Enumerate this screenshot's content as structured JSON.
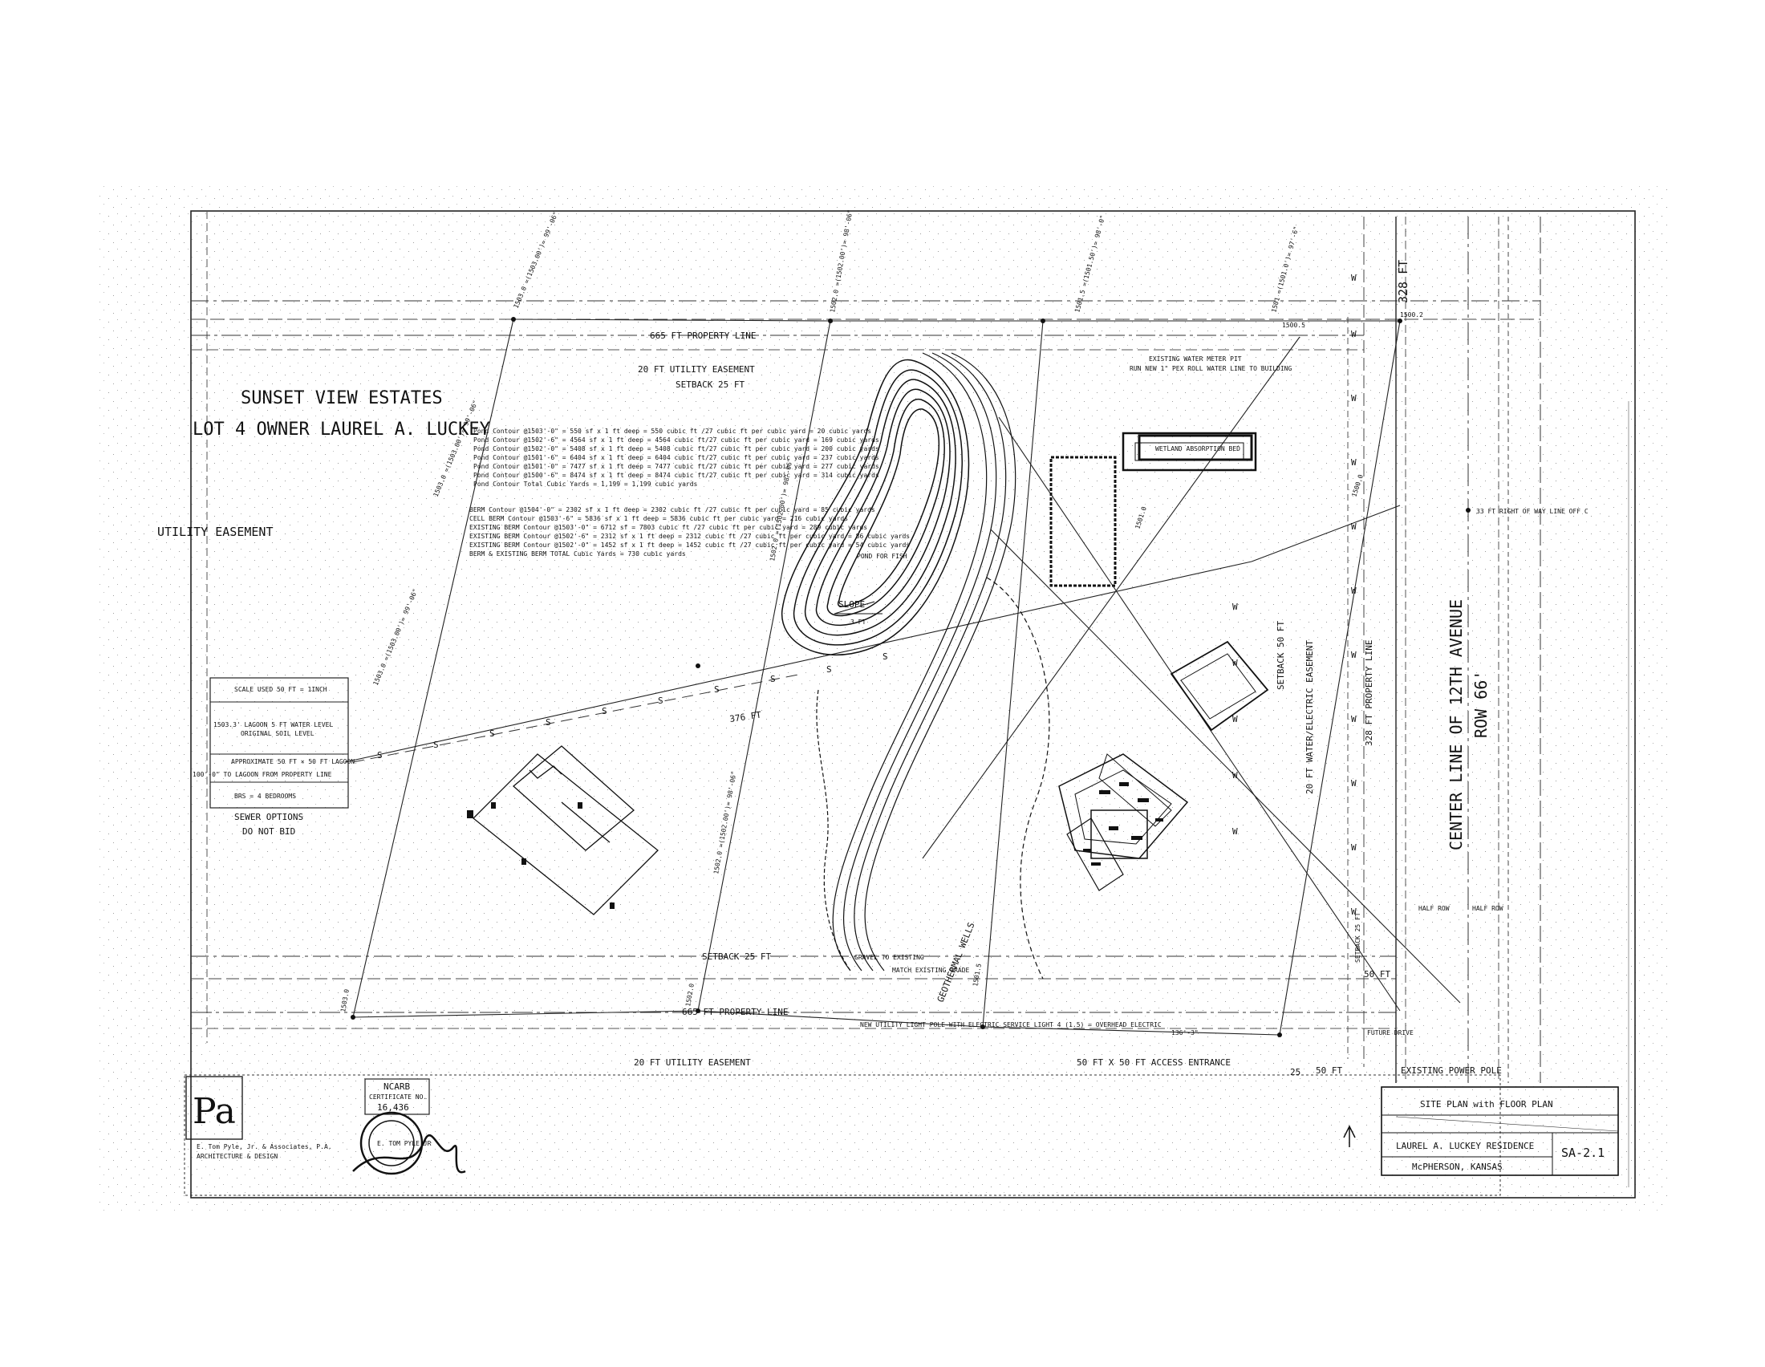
{
  "project": {
    "subdivision": "SUNSET VIEW ESTATES",
    "lot_owner": "LOT 4 OWNER LAUREL A. LUCKEY",
    "utility_easement_left": "UTILITY EASEMENT"
  },
  "property_lines": {
    "top_property_line": "665 FT PROPERTY LINE",
    "bottom_property_line": "665 FT PROPERTY LINE",
    "top_utility_easement": "20 FT UTILITY EASEMENT",
    "bottom_utility_easement": "20 FT UTILITY EASEMENT",
    "top_setback": "SETBACK 25 FT",
    "bottom_setback": "SETBACK 25 FT",
    "side_length": "328 FT",
    "sewer_line": "376 FT",
    "right_of_way": "33 FT RIGHT OF WAY LINE OFF C"
  },
  "elevations": {
    "e1": "1503.0 =(1503.00')= 99'-06\"",
    "e2": "1503.0 =(1503.00')= 99'-06\"",
    "e3": "1503.0 =(1503.00')= 99'-06\"",
    "e4": "1502.0 =(1502.00')= 98'-06\"",
    "e5": "1502.0 =(1502.00')= 98'-06\"",
    "e6": "1502.0 =(1502.00')= 98'-06\"",
    "e7": "1501.5 =(1501.50')= 98'-0\"",
    "e8": "1501 =(1501.0')= 97'-6\"",
    "e9": "1501.0",
    "e10": "1500.5",
    "e11": "1500.2",
    "e12": "1500.0",
    "e13": "1503.0",
    "e14": "1502.0",
    "e15": "1501.5"
  },
  "pond": {
    "label": "POND FOR FISH",
    "slope": "SLOPE",
    "slope_value": "3 FT",
    "notes": [
      "Pond Contour @1503'-0\" = 550 sf x 1 ft deep = 550 cubic ft /27 cubic ft per cubic yard = 20 cubic yards",
      "Pond Contour @1502'-6\" = 4564 sf x 1 ft deep = 4564 cubic ft/27 cubic ft per cubic yard = 169 cubic yards",
      "Pond Contour @1502'-0\" = 5408 sf x 1 ft deep = 5408 cubic ft/27 cubic ft per cubic yard = 200 cubic yards",
      "Pond Contour @1501'-6\" = 6404 sf x 1 ft deep = 6404 cubic ft/27 cubic ft per cubic yard = 237 cubic yards",
      "Pond Contour @1501'-0\" = 7477 sf x 1 ft deep = 7477 cubic ft/27 cubic ft per cubic yard = 277 cubic yards",
      "Pond Contour @1500'-6\" = 8474 sf x 1 ft deep = 8474 cubic ft/27 cubic ft per cubic yard = 314 cubic yards",
      "Pond Contour Total Cubic Yards = 1,199 = 1,199 cubic yards"
    ],
    "berm_notes": [
      "BERM Contour @1504'-0\" = 2302 sf x 1 ft deep = 2302 cubic ft /27 cubic ft per cubic yard = 85 cubic yards",
      "CELL BERM Contour @1503'-6\" = 5836 sf x 1 ft deep = 5836 cubic ft per cubic yard = 216 cubic yards",
      "EXISTING BERM Contour @1503'-0\" = 6712 sf = 7803 cubic ft /27 cubic ft per cubic yard = 289 cubic yards",
      "EXISTING BERM Contour @1502'-6\" = 2312 sf x 1 ft deep = 2312 cubic ft /27 cubic ft per cubic yard = 86 cubic yards",
      "EXISTING BERM Contour @1502'-0\" = 1452 sf x 1 ft deep = 1452 cubic ft /27 cubic ft per cubic yard = 54 cubic yards",
      "BERM & EXISTING BERM TOTAL Cubic Yards = 730 cubic yards"
    ]
  },
  "legend": {
    "scale": "SCALE USED 50 FT = 1INCH",
    "lagoon_level": "1503.3' LAGOON 5 FT WATER LEVEL",
    "soil_level": "ORIGINAL SOIL LEVEL",
    "lagoon_note": "APPROXIMATE 50 FT × 50 FT LAGOON",
    "property_note": "100'-0\" TO LAGOON FROM PROPERTY LINE",
    "lagoon_size": "BRS = 4 BEDROOMS",
    "sewer_options": "SEWER OPTIONS",
    "do_not_bid": "DO NOT BID"
  },
  "site": {
    "water_meter": "EXISTING WATER METER PIT",
    "water_line": "RUN NEW 1\" PEX ROLL WATER LINE TO BUILDING",
    "absorption_bed": "WETLAND ABSORPTION BED",
    "geothermal": "GEOTHERMAL WELLS",
    "future_drive": "FUTURE DRIVE",
    "access": "50 FT X 50 FT ACCESS ENTRANCE",
    "power_pole": "EXISTING POWER POLE",
    "water_electric": "20 FT WATER/ELECTRIC EASEMENT",
    "setback_50": "SETBACK 50 FT",
    "property_line_328": "328 FT PROPERTY LINE",
    "dim_50ft": "50 FT",
    "dim_50ft_b": "50 FT",
    "dim_25": "25",
    "half_row": "HALF ROW",
    "half_row_b": "HALF ROW",
    "dim_135": "136'-3\"",
    "new_pole": "NEW UTILITY LIGHT POLE WITH ELECTRIC SERVICE LIGHT 4 (1.5) = OVERHEAD ELECTRIC",
    "setback_25_small": "SETBACK 25 FT",
    "septic_note": "GRAVEL TO EXISTING",
    "existing_grade": "MATCH EXISTING GRADE"
  },
  "avenue": {
    "centerline": "CENTER LINE OF 12TH AVENUE",
    "row": "ROW 66'"
  },
  "title_block": {
    "sheet_title": "SITE PLAN with FLOOR PLAN",
    "residence": "LAUREL A. LUCKEY RESIDENCE",
    "location": "McPHERSON, KANSAS",
    "sheet_number": "SA-2.1",
    "certificate_label": "NCARB",
    "certificate_no": "CERTIFICATE NO.",
    "certificate_value": "16,436",
    "firm_logo": "Pa",
    "firm_name": "E. Tom Pyle, Jr. & Associates, P.A.",
    "firm_sub": "ARCHITECTURE & DESIGN",
    "seal_text": "E. TOM PYLE JR"
  }
}
